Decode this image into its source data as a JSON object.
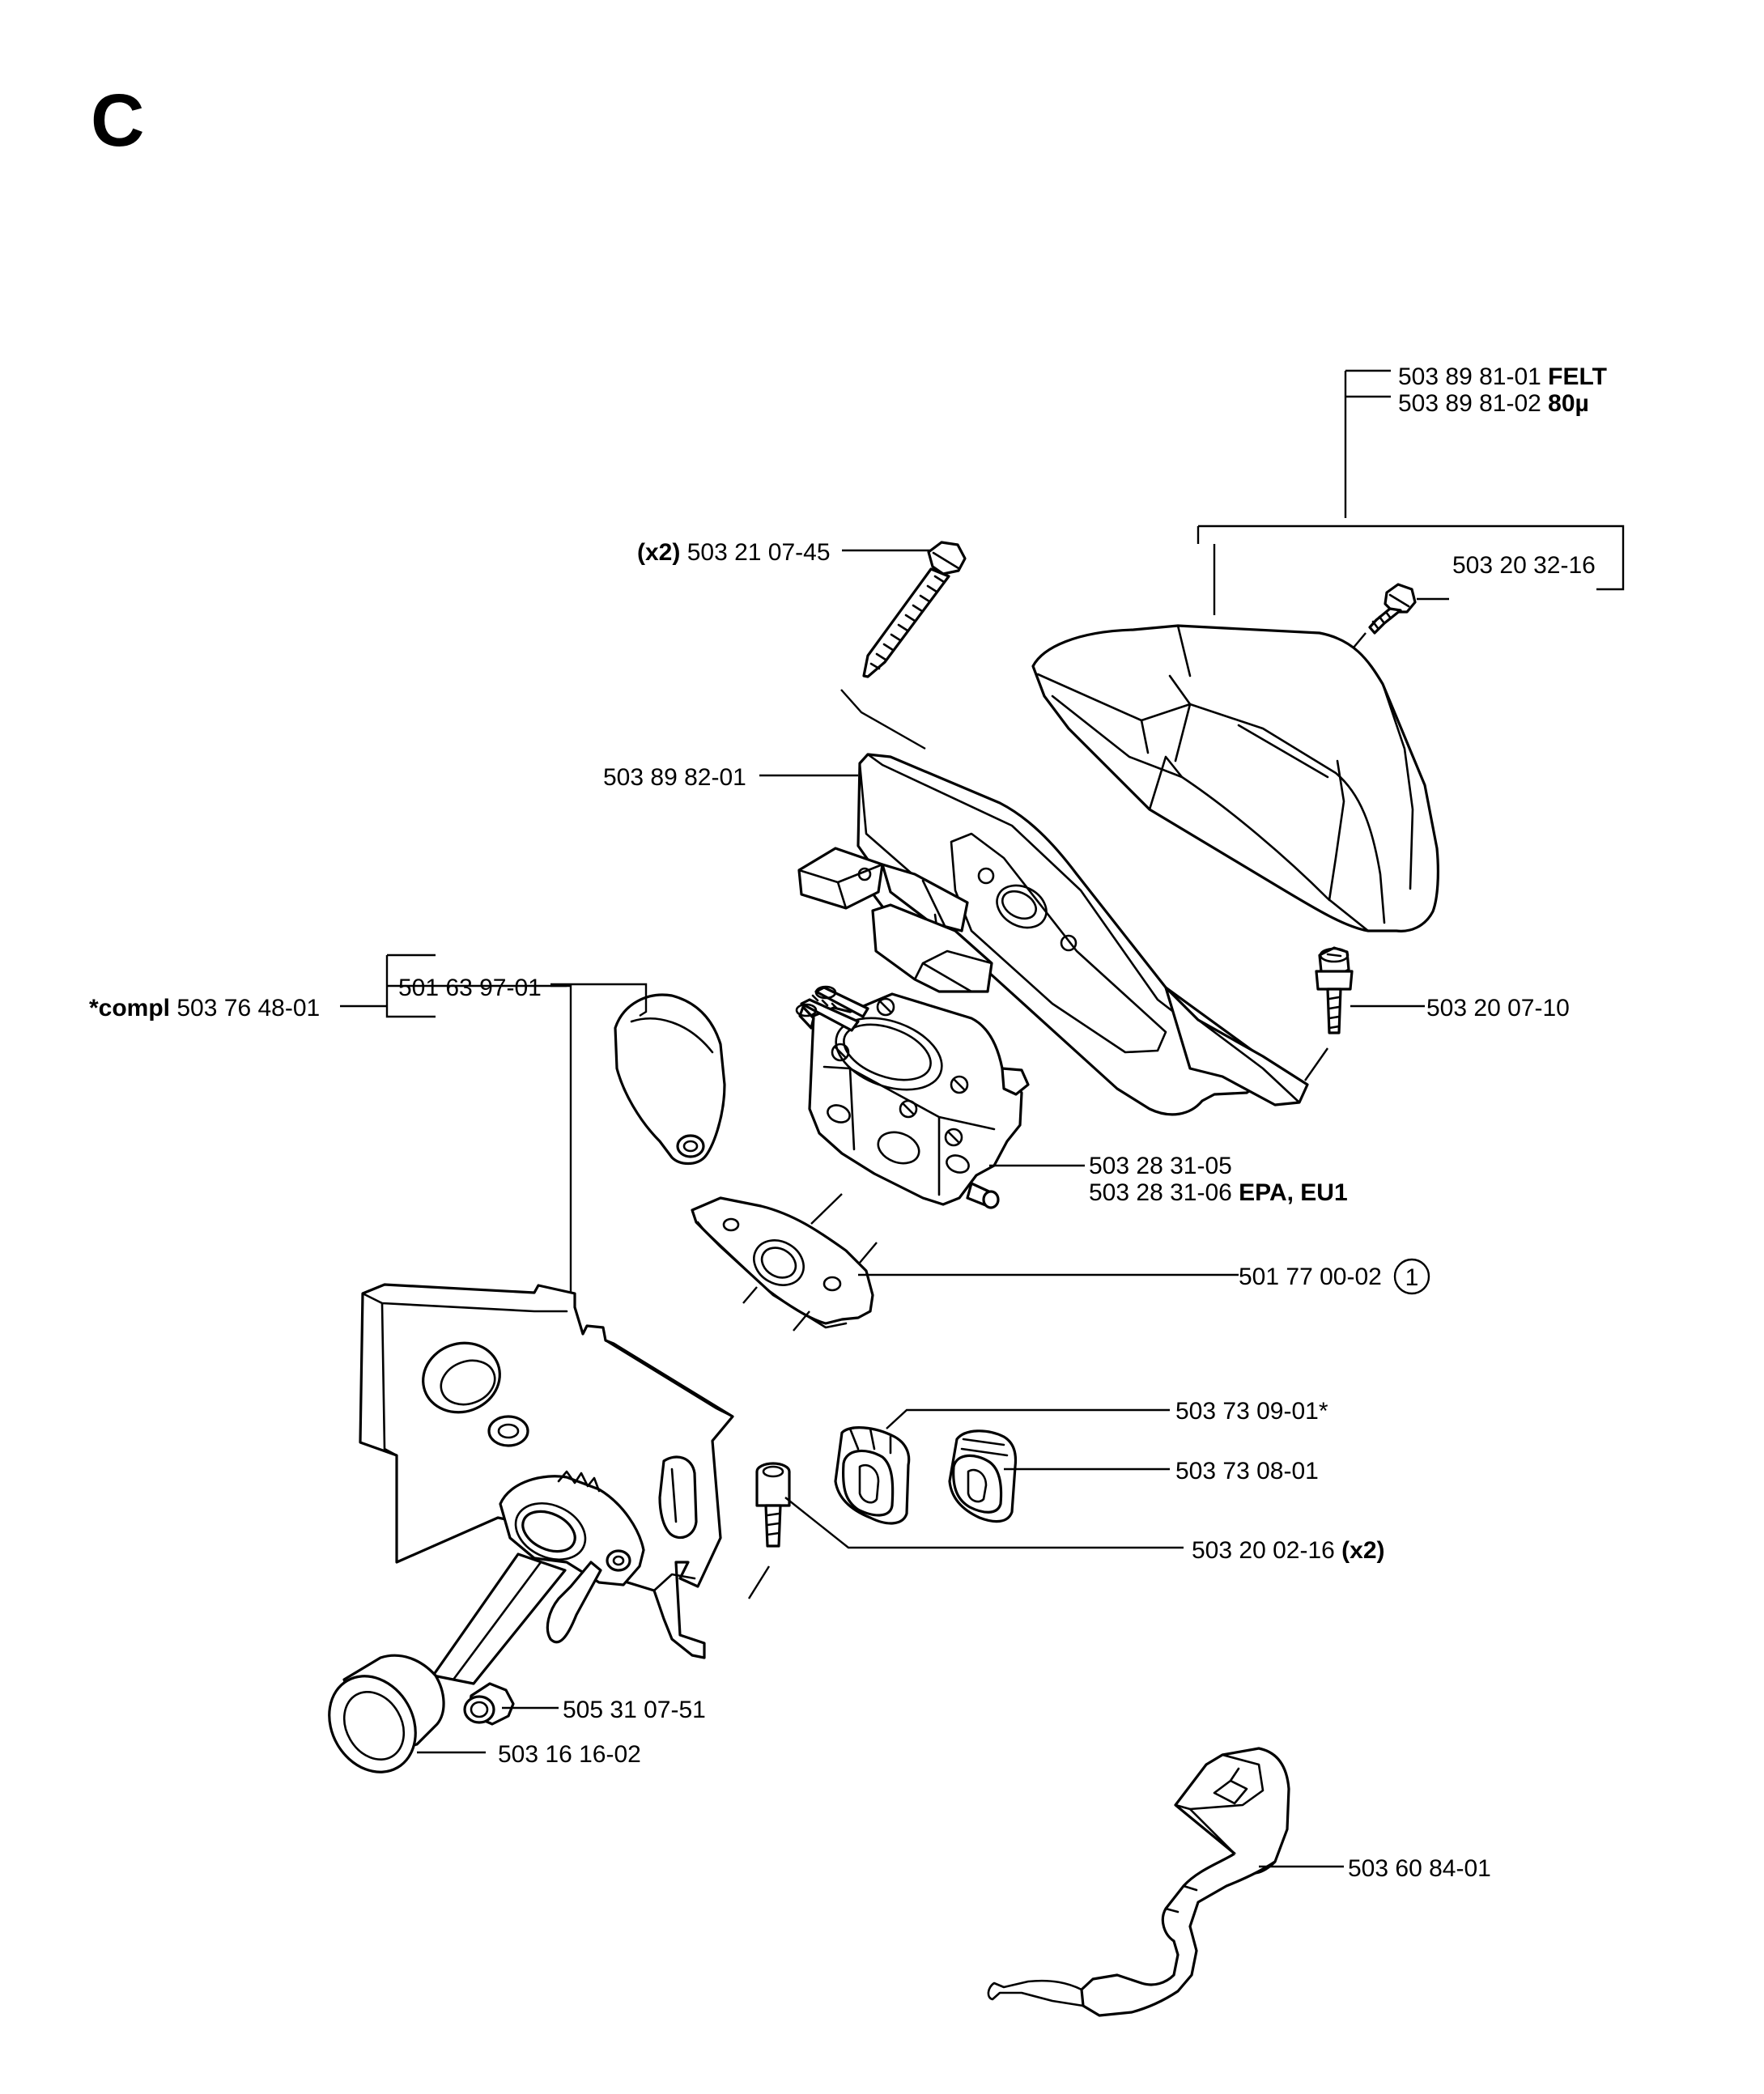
{
  "section_letter": "C",
  "labels": {
    "felt_filter_number": "503 89 81-01",
    "felt_filter_suffix": "FELT",
    "mesh_filter_number": "503 89 81-02",
    "mesh_filter_suffix": "80µ",
    "long_screw_qty": "(x2)",
    "long_screw_number": "503 21 07-45",
    "filter_screw_number": "503 20 32-16",
    "filter_holder_number": "503 89 82-01",
    "compl_prefix": "*compl",
    "compl_number": "503 76 48-01",
    "choke_cover_number": "501 63 97-01",
    "cover_screw_number": "503 20 07-10",
    "carb_number_1": "503 28 31-05",
    "carb_number_2": "503 28 31-06",
    "carb_suffix_2": "EPA, EU1",
    "gasket_number": "501 77 00-02",
    "gasket_note": "1",
    "grommet_1_number": "503 73 09-01*",
    "grommet_2_number": "503 73 08-01",
    "bolt_number": "503 20 02-16",
    "bolt_qty": "(x2)",
    "sleeve_number": "505 31 07-51",
    "bushing_number": "503 16 16-02",
    "throttle_rod_number": "503 60 84-01"
  }
}
